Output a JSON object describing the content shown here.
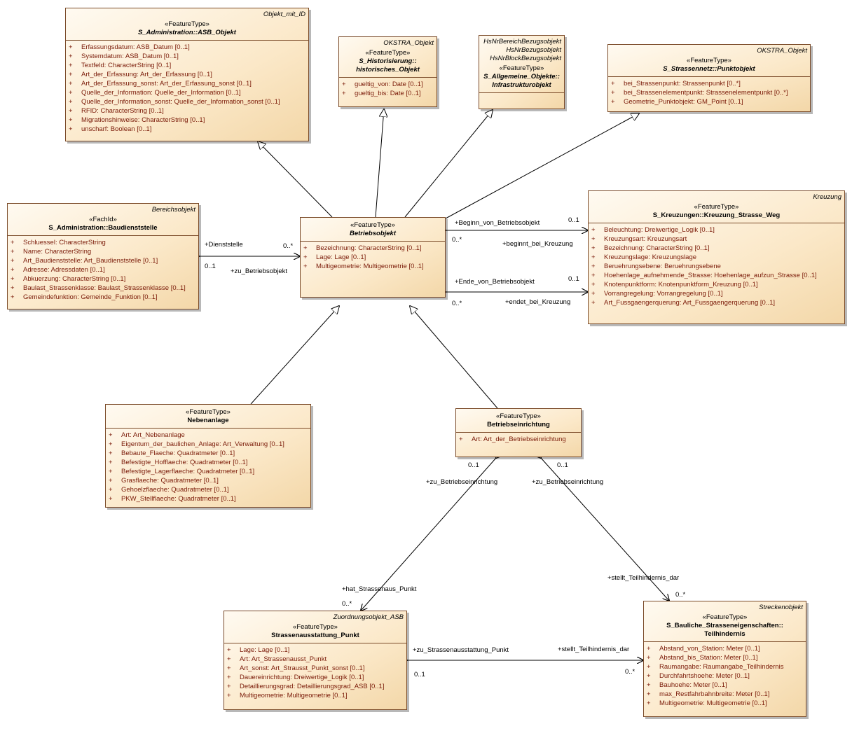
{
  "classes": {
    "asb_objekt": {
      "tag": "Objekt_mit_ID",
      "stereo": "«FeatureType»",
      "name": "S_Administration::ASB_Objekt",
      "attrs": [
        "Erfassungsdatum: ASB_Datum [0..1]",
        "Systemdatum: ASB_Datum [0..1]",
        "Textfeld: CharacterString [0..1]",
        "Art_der_Erfassung: Art_der_Erfassung [0..1]",
        "Art_der_Erfassung_sonst: Art_der_Erfassung_sonst [0..1]",
        "Quelle_der_Information: Quelle_der_Information [0..1]",
        "Quelle_der_Information_sonst: Quelle_der_Information_sonst [0..1]",
        "RFID: CharacterString [0..1]",
        "Migrationshinweise: CharacterString [0..1]",
        "unscharf: Boolean [0..1]"
      ]
    },
    "hist_objekt": {
      "tag": "OKSTRA_Objekt",
      "stereo": "«FeatureType»",
      "name": "S_Historisierung::\nhistorisches_Objekt",
      "attrs": [
        "gueltig_von: Date [0..1]",
        "gueltig_bis: Date [0..1]"
      ]
    },
    "infra_objekt": {
      "tag": "HsNrBereichBezugsobjekt\nHsNrBezugsobjekt\nHsNrBlockBezugsobjekt",
      "stereo": "«FeatureType»",
      "name": "S_Allgemeine_Objekte::\nInfrastrukturobjekt",
      "attrs": []
    },
    "punktobjekt": {
      "tag": "OKSTRA_Objekt",
      "stereo": "«FeatureType»",
      "name": "S_Strassennetz::Punktobjekt",
      "attrs": [
        "bei_Strassenpunkt: Strassenpunkt [0..*]",
        "bei_Strassenelementpunkt: Strassenelementpunkt [0..*]",
        "Geometrie_Punktobjekt: GM_Point [0..1]"
      ]
    },
    "baudienststelle": {
      "tag": "Bereichsobjekt",
      "stereo": "«FachId»",
      "name": "S_Administration::Baudienststelle",
      "attrs": [
        "Schluessel: CharacterString",
        "Name: CharacterString",
        "Art_Baudienststelle: Art_Baudienststelle [0..1]",
        "Adresse: Adressdaten [0..1]",
        "Abkuerzung: CharacterString [0..1]",
        "Baulast_Strassenklasse: Baulast_Strassenklasse [0..1]",
        "Gemeindefunktion: Gemeinde_Funktion [0..1]"
      ]
    },
    "betriebsobjekt": {
      "tag": "",
      "stereo": "«FeatureType»",
      "name": "Betriebsobjekt",
      "attrs": [
        "Bezeichnung: CharacterString [0..1]",
        "Lage: Lage [0..1]",
        "Multigeometrie: Multigeometrie [0..1]"
      ]
    },
    "kreuzung": {
      "tag": "Kreuzung",
      "stereo": "«FeatureType»",
      "name": "S_Kreuzungen::Kreuzung_Strasse_Weg",
      "attrs": [
        "Beleuchtung: Dreiwertige_Logik [0..1]",
        "Kreuzungsart: Kreuzungsart",
        "Bezeichnung: CharacterString [0..1]",
        "Kreuzungslage: Kreuzungslage",
        "Beruehrungsebene: Beruehrungsebene",
        "Hoehenlage_aufnehmende_Strasse: Hoehenlage_aufzun_Strasse [0..1]",
        "Knotenpunktform: Knotenpunktform_Kreuzung [0..1]",
        "Vorrangregelung: Vorrangregelung [0..1]",
        "Art_Fussgaengerquerung: Art_Fussgaengerquerung [0..1]"
      ]
    },
    "nebenanlage": {
      "tag": "",
      "stereo": "«FeatureType»",
      "name": "Nebenanlage",
      "attrs": [
        "Art: Art_Nebenanlage",
        "Eigentum_der_baulichen_Anlage: Art_Verwaltung [0..1]",
        "Bebaute_Flaeche: Quadratmeter [0..1]",
        "Befestigte_Hofflaeche: Quadratmeter [0..1]",
        "Befestigte_Lagerflaeche: Quadratmeter [0..1]",
        "Grasflaeche: Quadratmeter [0..1]",
        "Gehoelzflaeche: Quadratmeter [0..1]",
        "PKW_Stellflaeche: Quadratmeter [0..1]"
      ]
    },
    "betriebseinrichtung": {
      "tag": "",
      "stereo": "«FeatureType»",
      "name": "Betriebseinrichtung",
      "attrs": [
        "Art: Art_der_Betriebseinrichtung"
      ]
    },
    "strassenausstattung": {
      "tag": "Zuordnungsobjekt_ASB",
      "stereo": "«FeatureType»",
      "name": "Strassenausstattung_Punkt",
      "attrs": [
        "Lage: Lage [0..1]",
        "Art: Art_Strassenausst_Punkt",
        "Art_sonst: Art_Strausst_Punkt_sonst [0..1]",
        "Dauereinrichtung: Dreiwertige_Logik [0..1]",
        "Detaillierungsgrad: Detaillierungsgrad_ASB [0..1]",
        "Multigeometrie: Multigeometrie [0..1]"
      ]
    },
    "teilhindernis": {
      "tag": "Streckenobjekt",
      "stereo": "«FeatureType»",
      "name": "S_Bauliche_Strasseneigenschaften::\nTeilhindernis",
      "attrs": [
        "Abstand_von_Station: Meter [0..1]",
        "Abstand_bis_Station: Meter [0..1]",
        "Raumangabe: Raumangabe_Teilhindernis",
        "Durchfahrtshoehe: Meter [0..1]",
        "Bauhoehe: Meter [0..1]",
        "max_Restfahrbahnbreite: Meter [0..1]",
        "Multigeometrie: Multigeometrie [0..1]"
      ]
    }
  },
  "labels": {
    "dienststelle": "+Dienststelle",
    "m_dienst_a": "0..*",
    "m_dienst_b": "0..1",
    "zu_betriebsobjekt": "+zu_Betriebsobjekt",
    "beginn": "+Beginn_von_Betriebsobjekt",
    "m_beginn_a": "0..1",
    "m_beginn_b": "0..*",
    "beginnt": "+beginnt_bei_Kreuzung",
    "ende": "+Ende_von_Betriebsobjekt",
    "m_ende_a": "0..1",
    "m_ende_b": "0..*",
    "endet": "+endet_bei_Kreuzung",
    "m_zbe_l": "0..1",
    "zbe_l": "+zu_Betriebseinrichtung",
    "m_zbe_r": "0..1",
    "zbe_r": "+zu_Betriebseinrichtung",
    "hat_sa": "+hat_Strassenaus_Punkt",
    "m_hat_sa": "0..*",
    "stellt_a": "+stellt_Teilhindernis_dar",
    "m_stellt_a": "0..*",
    "zu_sa": "+zu_Strassenausstattung_Punkt",
    "m_zu_sa": "0..1",
    "stellt_b": "+stellt_Teilhindernis_dar",
    "m_stellt_b": "0..*"
  }
}
